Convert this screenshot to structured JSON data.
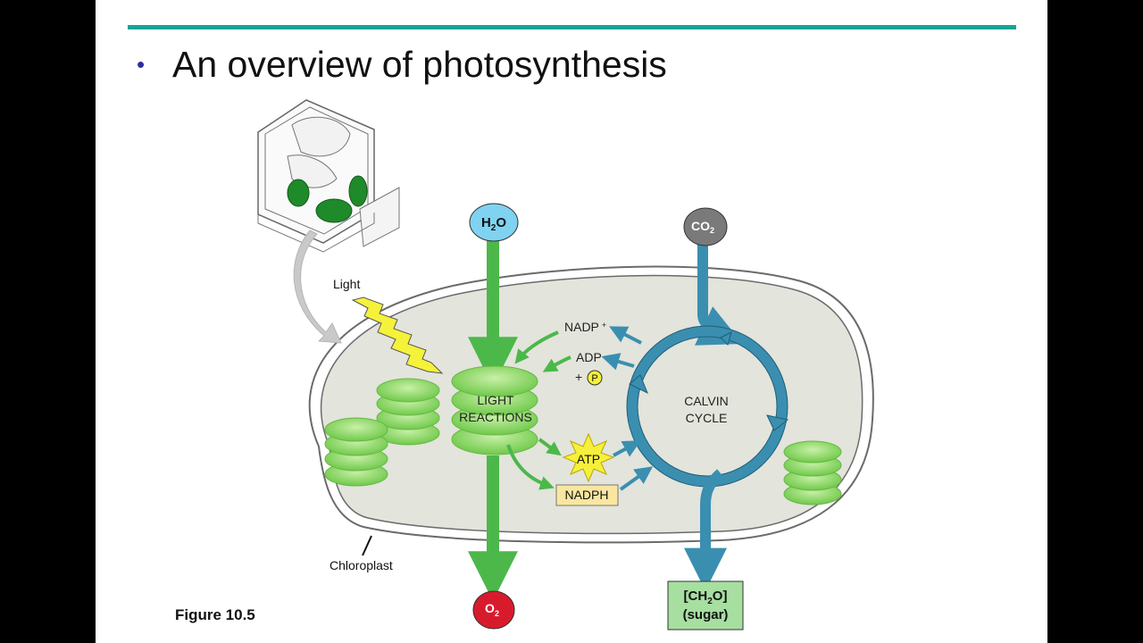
{
  "slide": {
    "bullet": "•",
    "title": "An overview of photosynthesis",
    "figure_label": "Figure 10.5",
    "accent_color": "#1aa394"
  },
  "diagram": {
    "labels": {
      "light": "Light",
      "chloroplast": "Chloroplast",
      "h2o": {
        "main": "H",
        "sub": "2",
        "tail": "O"
      },
      "co2": {
        "main": "CO",
        "sub": "2"
      },
      "o2": {
        "main": "O",
        "sub": "2"
      },
      "light_reactions": [
        "LIGHT",
        "REACTIONS"
      ],
      "calvin_cycle": [
        "CALVIN",
        "CYCLE"
      ],
      "nadp": "NADP",
      "nadp_sup": "+",
      "adp": "ADP",
      "plus": "+",
      "p": "P",
      "atp": "ATP",
      "nadph": "NADPH",
      "sugar_line1": {
        "pre": "[CH",
        "sub": "2",
        "post": "O]"
      },
      "sugar_line2": "(sugar)"
    },
    "colors": {
      "stroma": "#e3e4dc",
      "green_arrow": "#4cb84a",
      "blue_arrow": "#3a8fb0",
      "h2o_fill": "#7fd3f0",
      "co2_fill": "#7a7a7a",
      "o2_fill": "#d81b2c",
      "sugar_fill": "#a6dfa0",
      "atp_fill": "#f6f03a",
      "nadph_fill": "#f9e6a0",
      "thylakoid": "#8ad860",
      "light_bolt": "#f5f23a"
    },
    "icons": [
      "plant-cell-icon",
      "light-bolt-icon",
      "thylakoid-stack-icon",
      "phosphate-circle-icon"
    ]
  }
}
